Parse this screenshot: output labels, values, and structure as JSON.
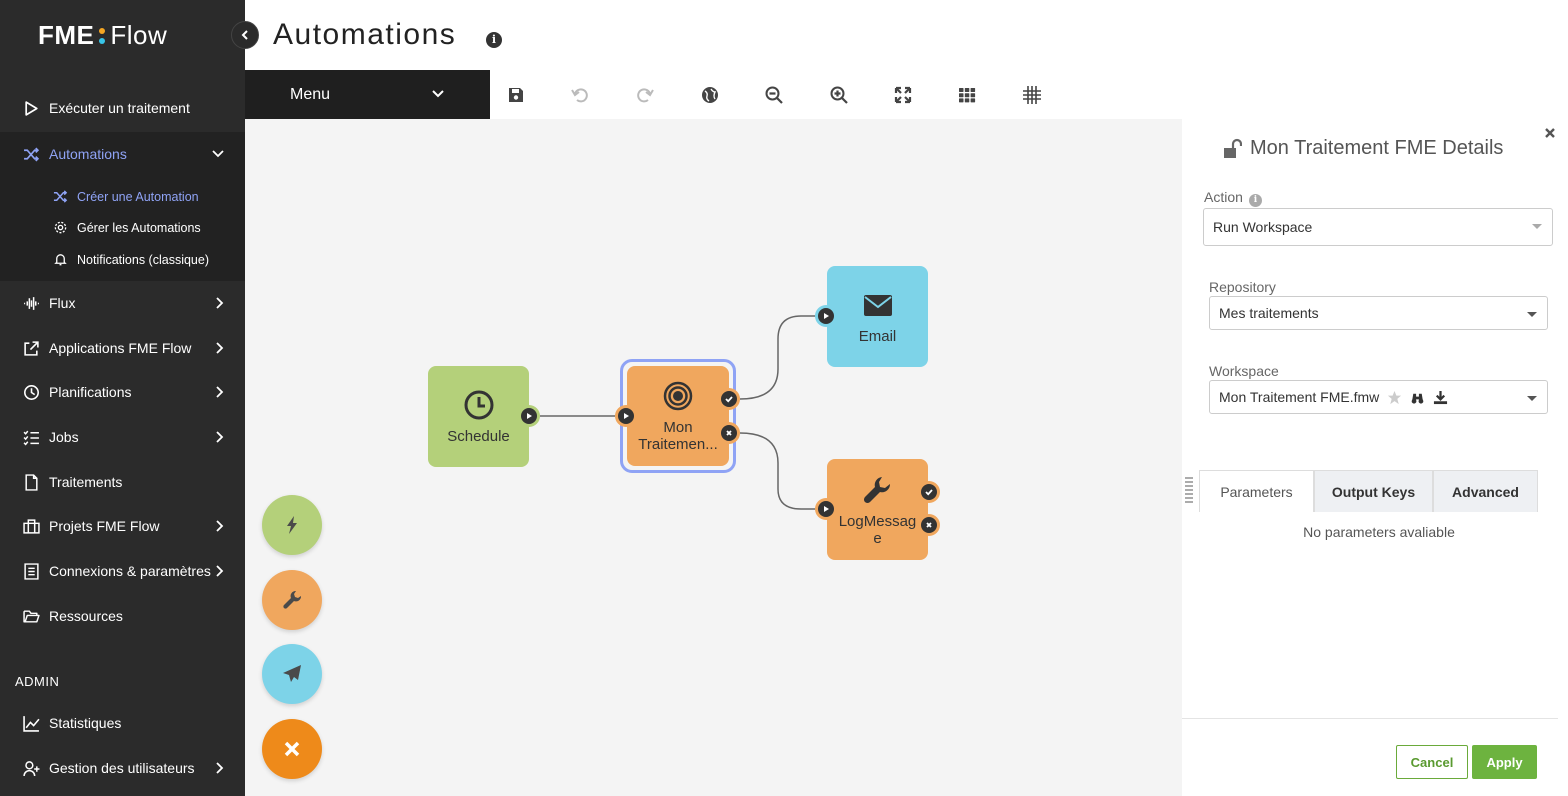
{
  "brand": {
    "name_left": "FME",
    "name_right": "Flow",
    "dot_top_color": "#f5a623",
    "dot_bottom_color": "#38c5e8"
  },
  "sidebar": {
    "items": [
      {
        "label": "Exécuter un traitement",
        "icon": "play-outline-icon"
      },
      {
        "label": "Automations",
        "icon": "shuffle-icon"
      },
      {
        "label": "Flux",
        "icon": "waveform-icon"
      },
      {
        "label": "Applications FME Flow",
        "icon": "share-box-icon"
      },
      {
        "label": "Planifications",
        "icon": "clock-icon"
      },
      {
        "label": "Jobs",
        "icon": "checklist-icon"
      },
      {
        "label": "Traitements",
        "icon": "file-icon"
      },
      {
        "label": "Projets FME Flow",
        "icon": "briefcase-icon"
      },
      {
        "label": "Connexions & paramètres",
        "icon": "settings-list-icon"
      },
      {
        "label": "Ressources",
        "icon": "folder-open-icon"
      }
    ],
    "submenu": [
      {
        "label": "Créer une Automation",
        "icon": "shuffle-icon"
      },
      {
        "label": "Gérer les Automations",
        "icon": "gear-icon"
      },
      {
        "label": "Notifications (classique)",
        "icon": "bell-icon"
      }
    ],
    "admin_label": "ADMIN",
    "admin_items": [
      {
        "label": "Statistiques",
        "icon": "chart-line-icon"
      },
      {
        "label": "Gestion des utilisateurs",
        "icon": "user-add-icon"
      }
    ],
    "active_color": "#8fa3f5"
  },
  "header": {
    "title": "Automations"
  },
  "toolbar": {
    "menu_label": "Menu"
  },
  "canvas": {
    "nodes": {
      "schedule": "Schedule",
      "workspace_line1": "Mon",
      "workspace_line2": "Traitemen...",
      "email": "Email",
      "log_line1": "LogMessag",
      "log_line2": "e"
    },
    "colors": {
      "trigger": "#b4d07a",
      "action": "#f0a75e",
      "external": "#7dd3e8",
      "close": "#ee8a1a"
    }
  },
  "panel": {
    "title": "Mon Traitement FME Details",
    "action_label": "Action",
    "action_value": "Run Workspace",
    "repository_label": "Repository",
    "repository_value": "Mes traitements",
    "workspace_label": "Workspace",
    "workspace_value": "Mon Traitement FME.fmw",
    "tabs": [
      "Parameters",
      "Output Keys",
      "Advanced"
    ],
    "empty_text": "No parameters avaliable",
    "cancel_label": "Cancel",
    "apply_label": "Apply"
  }
}
